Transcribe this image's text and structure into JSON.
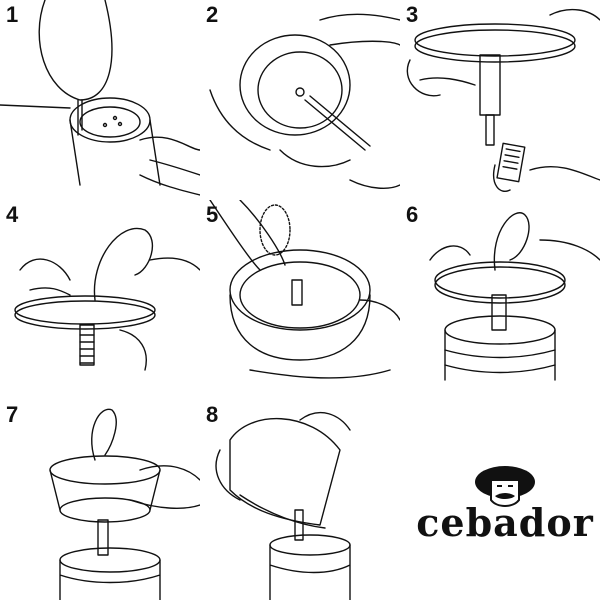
{
  "steps": [
    {
      "number": "1"
    },
    {
      "number": "2"
    },
    {
      "number": "3"
    },
    {
      "number": "4"
    },
    {
      "number": "5"
    },
    {
      "number": "6"
    },
    {
      "number": "7"
    },
    {
      "number": "8"
    }
  ],
  "brand": {
    "name": "cebador"
  }
}
